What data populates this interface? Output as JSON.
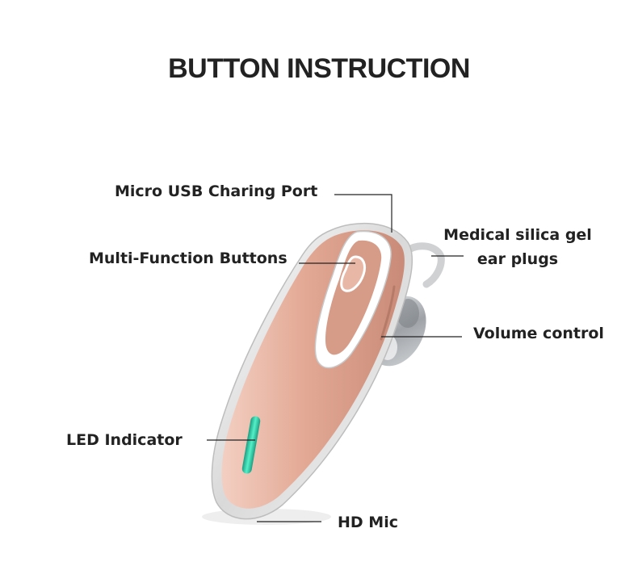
{
  "title": "BUTTON INSTRUCTION",
  "labels": {
    "usb_port": "Micro USB Charing Port",
    "multi_function": "Multi-Function Buttons",
    "ear_plugs_line1": "Medical silica gel",
    "ear_plugs_line2": "ear plugs",
    "volume": "Volume control",
    "led": "LED Indicator",
    "mic": "HD Mic"
  },
  "colors": {
    "body_rose_gold": "#e2aa98",
    "chrome": "#f2f2f2",
    "led": "#3fd6b0",
    "earplug": "#b9bcbf",
    "leader_line": "#222222"
  }
}
